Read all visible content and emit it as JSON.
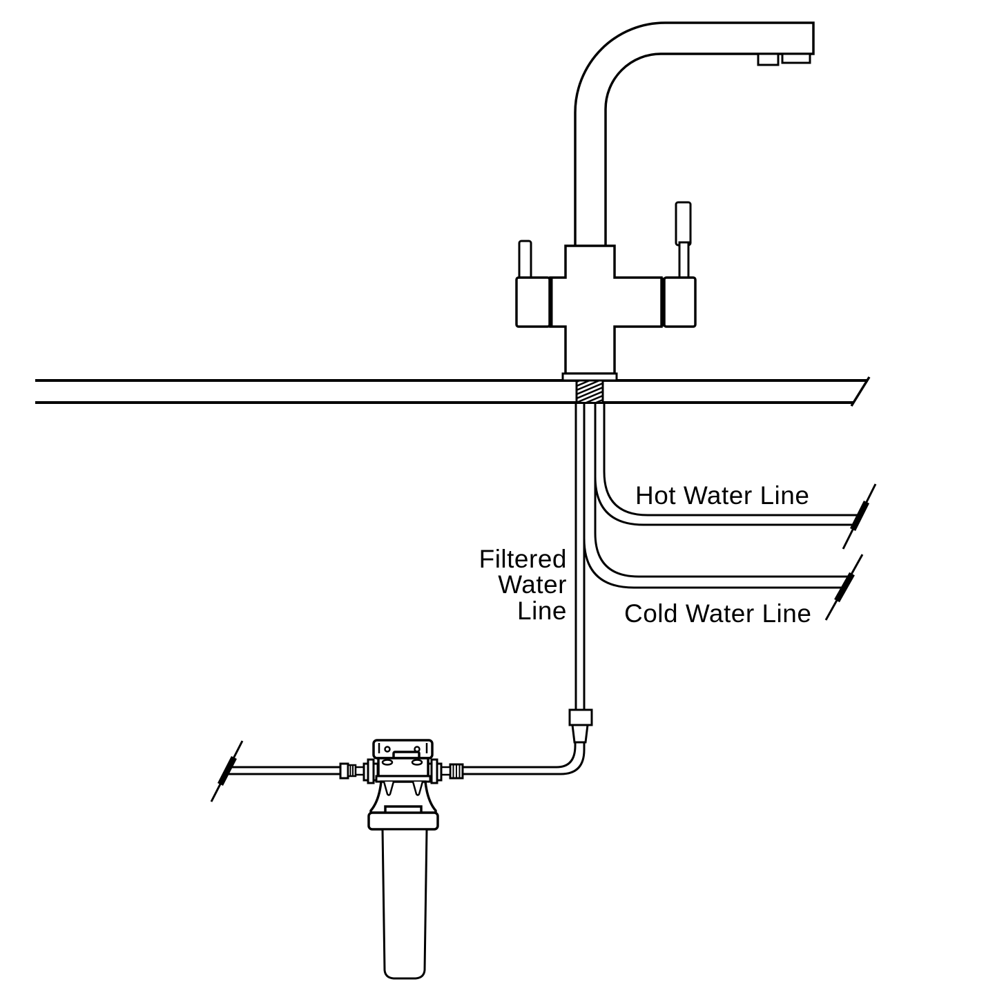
{
  "labels": {
    "hot": "Hot Water Line",
    "cold": "Cold Water Line",
    "filtered_words": [
      "Filtered",
      "Water",
      "Line"
    ]
  },
  "colors": {
    "line": "#000000",
    "background": "#ffffff",
    "text": "#000000"
  }
}
